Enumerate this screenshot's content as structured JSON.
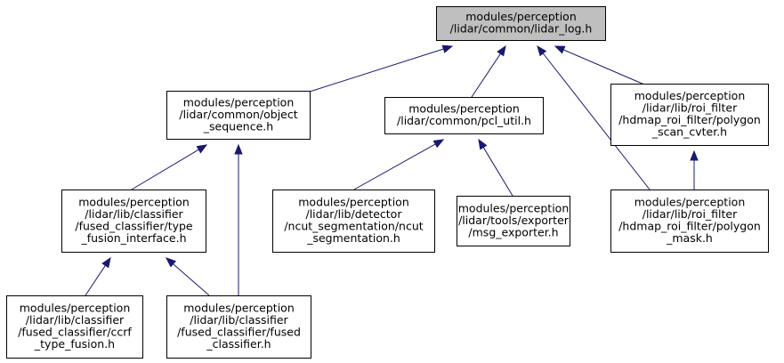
{
  "colors": {
    "root_fill": "#bfbfbf",
    "node_fill": "#ffffff",
    "node_border": "#000000",
    "edge": "#191970"
  },
  "nodes": [
    {
      "id": "lidar_log",
      "root": true,
      "lines": [
        "modules/perception",
        "/lidar/common/lidar_log.h"
      ]
    },
    {
      "id": "object_sequence",
      "lines": [
        "modules/perception",
        "/lidar/common/object",
        "_sequence.h"
      ]
    },
    {
      "id": "pcl_util",
      "lines": [
        "modules/perception",
        "/lidar/common/pcl_util.h"
      ]
    },
    {
      "id": "polygon_scan_cvter",
      "lines": [
        "modules/perception",
        "/lidar/lib/roi_filter",
        "/hdmap_roi_filter/polygon",
        "_scan_cvter.h"
      ]
    },
    {
      "id": "type_fusion_interface",
      "lines": [
        "modules/perception",
        "/lidar/lib/classifier",
        "/fused_classifier/type",
        "_fusion_interface.h"
      ]
    },
    {
      "id": "ncut_segmentation",
      "lines": [
        "modules/perception",
        "/lidar/lib/detector",
        "/ncut_segmentation/ncut",
        "_segmentation.h"
      ]
    },
    {
      "id": "msg_exporter",
      "lines": [
        "modules/perception",
        "/lidar/tools/exporter",
        "/msg_exporter.h"
      ]
    },
    {
      "id": "polygon_mask",
      "lines": [
        "modules/perception",
        "/lidar/lib/roi_filter",
        "/hdmap_roi_filter/polygon",
        "_mask.h"
      ]
    },
    {
      "id": "ccrf_type_fusion",
      "lines": [
        "modules/perception",
        "/lidar/lib/classifier",
        "/fused_classifier/ccrf",
        "_type_fusion.h"
      ]
    },
    {
      "id": "fused_classifier",
      "lines": [
        "modules/perception",
        "/lidar/lib/classifier",
        "/fused_classifier/fused",
        "_classifier.h"
      ]
    }
  ],
  "edges": [
    {
      "from": "object_sequence",
      "to": "lidar_log"
    },
    {
      "from": "pcl_util",
      "to": "lidar_log"
    },
    {
      "from": "polygon_scan_cvter",
      "to": "lidar_log"
    },
    {
      "from": "polygon_mask",
      "to": "lidar_log"
    },
    {
      "from": "type_fusion_interface",
      "to": "object_sequence"
    },
    {
      "from": "fused_classifier",
      "to": "object_sequence"
    },
    {
      "from": "ncut_segmentation",
      "to": "pcl_util"
    },
    {
      "from": "msg_exporter",
      "to": "pcl_util"
    },
    {
      "from": "polygon_mask",
      "to": "polygon_scan_cvter"
    },
    {
      "from": "ccrf_type_fusion",
      "to": "type_fusion_interface"
    },
    {
      "from": "fused_classifier",
      "to": "type_fusion_interface"
    }
  ]
}
